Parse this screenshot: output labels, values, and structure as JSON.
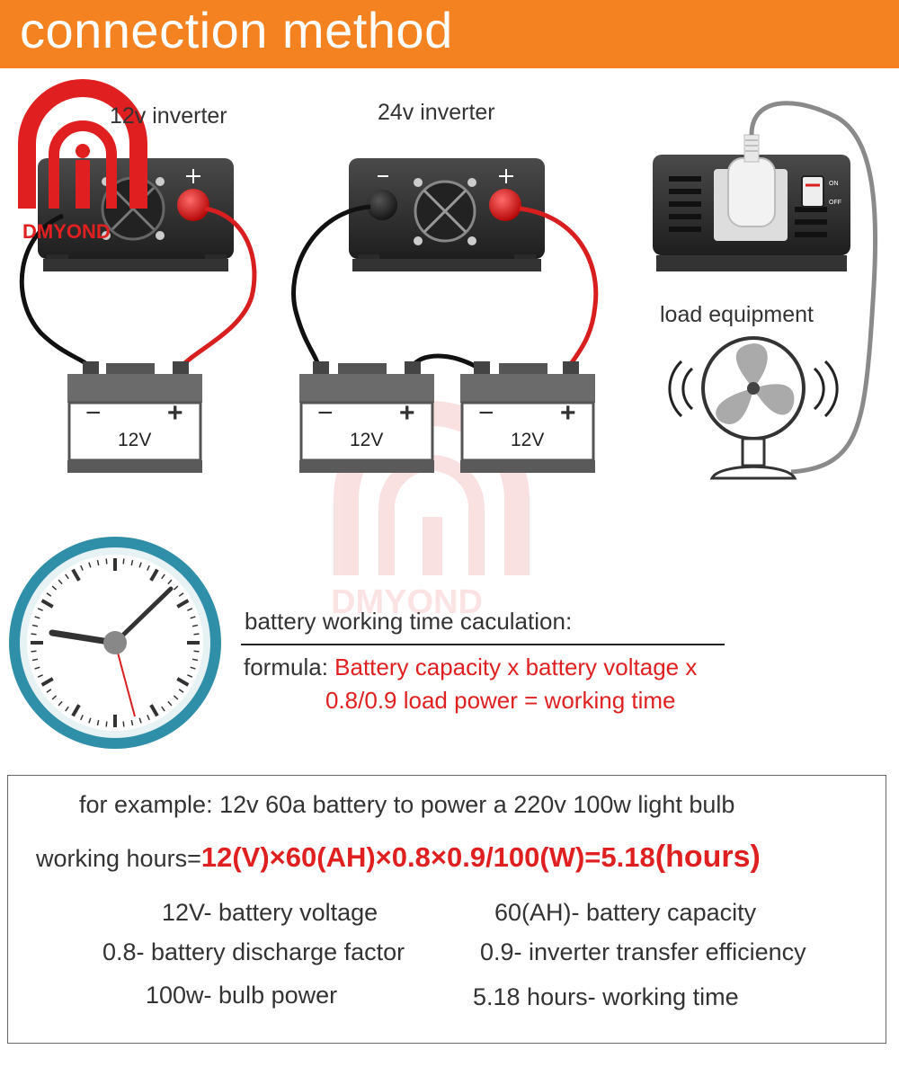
{
  "header": {
    "title": "connection method"
  },
  "logo": {
    "brand": "DMYOND"
  },
  "watermark": {
    "brand": "DMYOND"
  },
  "diagram": {
    "inverter_12v_label": "12v inverter",
    "inverter_24v_label": "24v inverter",
    "load_label": "load equipment",
    "battery_voltage": "12V",
    "terminal_minus": "−",
    "terminal_plus": "+",
    "switch_on": "ON",
    "switch_off": "OFF"
  },
  "calculation": {
    "title": "battery working time caculation:",
    "formula_prefix": "formula: ",
    "formula_line1": "Battery capacity x battery voltage x",
    "formula_line2": "0.8/0.9 load power = working time"
  },
  "example": {
    "intro": "for example: 12v 60a battery to power a 220v 100w light bulb",
    "calc_prefix": "working hours=",
    "calc_expression": "12(V)×60(AH)×0.8×0.9/100(W)=5.18",
    "calc_unit": "(hours)",
    "legend": [
      "12V- battery voltage",
      "60(AH)- battery  capacity",
      "0.8- battery discharge factor",
      "0.9- inverter transfer efficiency",
      "100w- bulb power",
      "5.18 hours- working time"
    ]
  },
  "colors": {
    "banner": "#f58220",
    "accent_red": "#e02020",
    "clock_rim": "#2f8fa8",
    "wire_red": "#d81e1e"
  }
}
